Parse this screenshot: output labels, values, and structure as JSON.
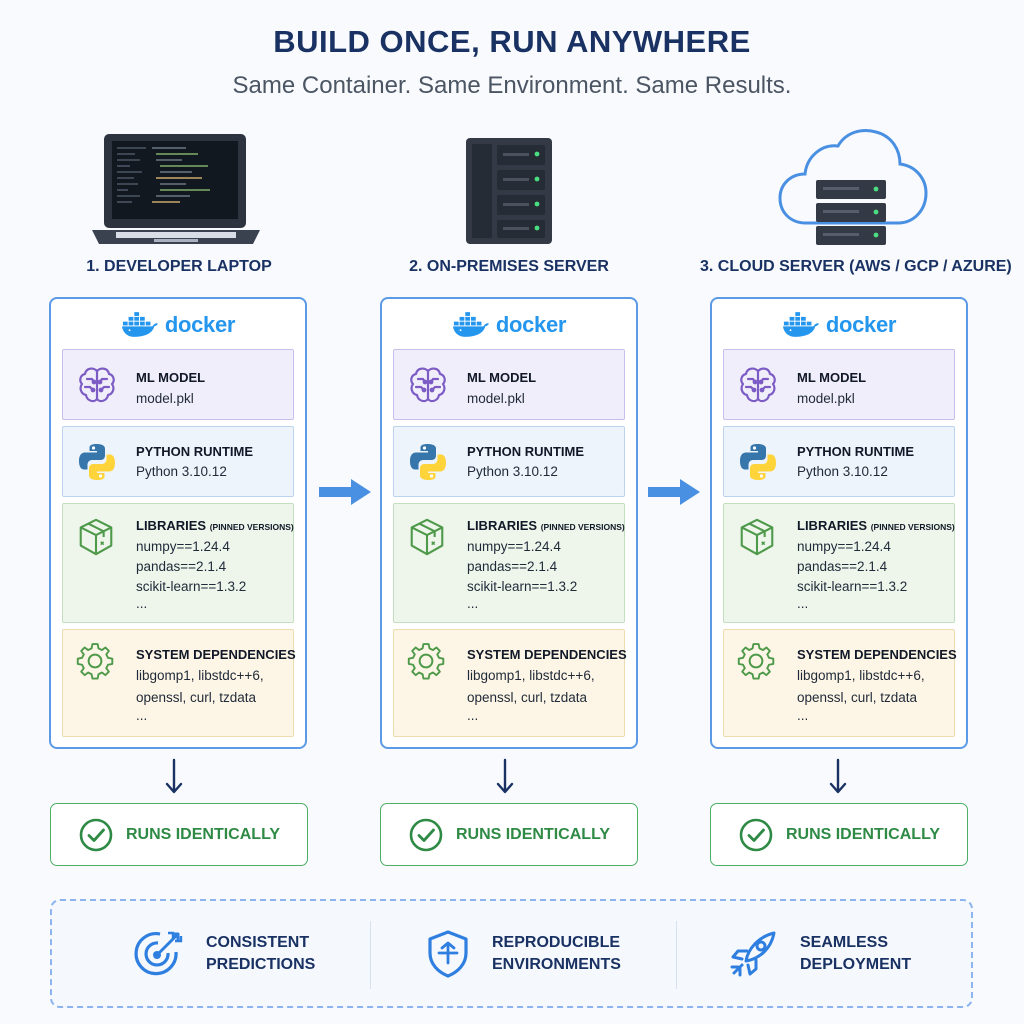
{
  "header": {
    "title": "BUILD ONCE, RUN ANYWHERE",
    "subtitle": "Same Container. Same Environment. Same Results."
  },
  "environments": [
    {
      "title": "1. DEVELOPER LAPTOP",
      "icon": "laptop-icon",
      "docker_label": "docker",
      "layers": {
        "ml_model": {
          "title": "ML MODEL",
          "file": "model.pkl"
        },
        "python": {
          "title": "PYTHON RUNTIME",
          "version": "Python 3.10.12"
        },
        "libraries": {
          "title": "LIBRARIES",
          "note": "(PINNED VERSIONS)",
          "items": [
            "numpy==1.24.4",
            "pandas==2.1.4",
            "scikit-learn==1.3.2",
            "..."
          ]
        },
        "system": {
          "title": "SYSTEM DEPENDENCIES",
          "items": [
            "libgomp1, libstdc++6,",
            "openssl, curl, tzdata",
            "..."
          ]
        }
      },
      "result": "RUNS IDENTICALLY"
    },
    {
      "title": "2. ON-PREMISES SERVER",
      "icon": "server-icon",
      "docker_label": "docker",
      "layers": {
        "ml_model": {
          "title": "ML MODEL",
          "file": "model.pkl"
        },
        "python": {
          "title": "PYTHON RUNTIME",
          "version": "Python 3.10.12"
        },
        "libraries": {
          "title": "LIBRARIES",
          "note": "(PINNED VERSIONS)",
          "items": [
            "numpy==1.24.4",
            "pandas==2.1.4",
            "scikit-learn==1.3.2",
            "..."
          ]
        },
        "system": {
          "title": "SYSTEM DEPENDENCIES",
          "items": [
            "libgomp1, libstdc++6,",
            "openssl, curl, tzdata",
            "..."
          ]
        }
      },
      "result": "RUNS IDENTICALLY"
    },
    {
      "title": "3. CLOUD SERVER (AWS / GCP / AZURE)",
      "icon": "cloud-server-icon",
      "docker_label": "docker",
      "layers": {
        "ml_model": {
          "title": "ML MODEL",
          "file": "model.pkl"
        },
        "python": {
          "title": "PYTHON RUNTIME",
          "version": "Python 3.10.12"
        },
        "libraries": {
          "title": "LIBRARIES",
          "note": "(PINNED VERSIONS)",
          "items": [
            "numpy==1.24.4",
            "pandas==2.1.4",
            "scikit-learn==1.3.2",
            "..."
          ]
        },
        "system": {
          "title": "SYSTEM DEPENDENCIES",
          "items": [
            "libgomp1, libstdc++6,",
            "openssl, curl, tzdata",
            "..."
          ]
        }
      },
      "result": "RUNS IDENTICALLY"
    }
  ],
  "benefits": [
    {
      "line1": "CONSISTENT",
      "line2": "PREDICTIONS",
      "icon": "target-icon"
    },
    {
      "line1": "REPRODUCIBLE",
      "line2": "ENVIRONMENTS",
      "icon": "shield-icon"
    },
    {
      "line1": "SEAMLESS",
      "line2": "DEPLOYMENT",
      "icon": "rocket-icon"
    }
  ],
  "colors": {
    "title": "#1a3263",
    "container_border": "#5c9ae6",
    "docker_blue": "#2496ed",
    "ml_layer": "#f1eefb",
    "python_layer": "#edf4fc",
    "libraries_layer": "#eef6ec",
    "system_layer": "#fdf6e6",
    "success_green": "#2e8a45",
    "flow_arrow": "#4a90e2"
  }
}
